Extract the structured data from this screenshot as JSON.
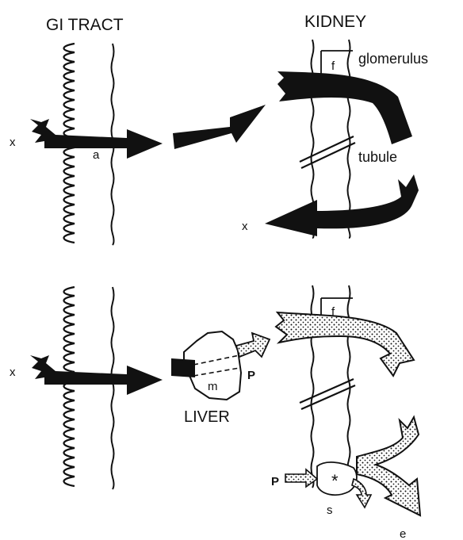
{
  "headers": {
    "gi_tract": "GI TRACT",
    "kidney": "KIDNEY"
  },
  "top_panel": {
    "compound": "x",
    "absorption": "a",
    "filtration": "f",
    "glomerulus": "glomerulus",
    "tubule": "tubule",
    "excreted": "x"
  },
  "bottom_panel": {
    "compound": "x",
    "liver": "LIVER",
    "metabolism": "m",
    "filtration": "f",
    "product_upper": "P",
    "product_lower": "P",
    "secretion": "s",
    "excretion": "e",
    "carrier": "*"
  },
  "colors": {
    "ink": "#111111",
    "stipple": "#111111",
    "background": "#ffffff"
  }
}
